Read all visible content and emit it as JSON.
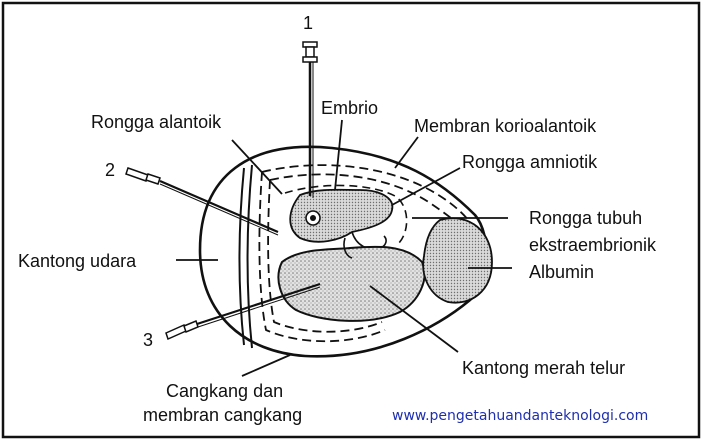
{
  "needles": [
    "1",
    "2",
    "3"
  ],
  "labels": {
    "rongga_alantoik": "Rongga alantoik",
    "embrio": "Embrio",
    "membran_korioalantoik": "Membran korioalantoik",
    "rongga_amniotik": "Rongga amniotik",
    "rongga_tubuh_line1": "Rongga tubuh",
    "rongga_tubuh_line2": "ekstraembrionik",
    "albumin": "Albumin",
    "kantong_udara": "Kantong udara",
    "kantong_merah_telur": "Kantong merah telur",
    "cangkang_line1": "Cangkang dan",
    "cangkang_line2": "membran cangkang"
  },
  "watermark": "www.pengetahuandanteknologi.com",
  "colors": {
    "ink": "#111111",
    "yolk_fill": "#cfcfcf",
    "albumin_fill": "#d6d6d6",
    "watermark": "#1e2fb0"
  }
}
